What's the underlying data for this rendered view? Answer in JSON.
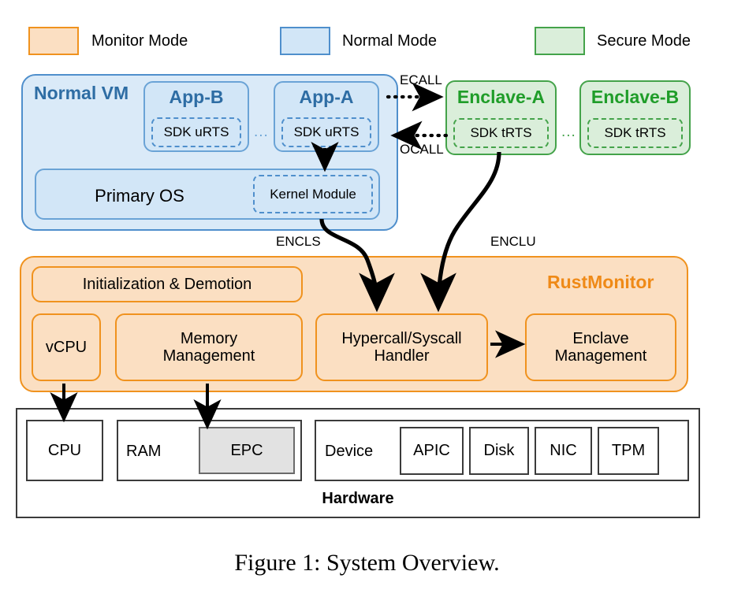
{
  "legend": {
    "items": [
      {
        "label": "Monitor Mode",
        "fill": "#fbdfc2",
        "stroke": "#f0921e"
      },
      {
        "label": "Normal Mode",
        "fill": "#d2e6f7",
        "stroke": "#4f8fcc"
      },
      {
        "label": "Secure Mode",
        "fill": "#daeeda",
        "stroke": "#44a34a"
      }
    ]
  },
  "normal_vm": {
    "title": "Normal VM",
    "apps": [
      {
        "title": "App-B",
        "sdk": "SDK uRTS"
      },
      {
        "title": "App-A",
        "sdk": "SDK uRTS"
      }
    ],
    "apps_ellipsis": "...",
    "primary_os": "Primary OS",
    "kernel_module": "Kernel Module"
  },
  "enclaves": {
    "items": [
      {
        "title": "Enclave-A",
        "sdk": "SDK tRTS"
      },
      {
        "title": "Enclave-B",
        "sdk": "SDK tRTS"
      }
    ],
    "ellipsis": "..."
  },
  "edges": {
    "ecall": "ECALL",
    "ocall": "OCALL",
    "encls": "ENCLS",
    "enclu": "ENCLU"
  },
  "monitor": {
    "title": "RustMonitor",
    "init_demotion": "Initialization & Demotion",
    "modules": [
      {
        "label": "vCPU"
      },
      {
        "label": "Memory\nManagement",
        "line1": "Memory",
        "line2": "Management"
      },
      {
        "label": "Hypercall/Syscall\nHandler",
        "line1": "Hypercall/Syscall",
        "line2": "Handler"
      },
      {
        "label": "Enclave\nManagement",
        "line1": "Enclave",
        "line2": "Management"
      }
    ]
  },
  "hardware": {
    "title": "Hardware",
    "cpu": "CPU",
    "ram": "RAM",
    "epc": "EPC",
    "device": "Device",
    "devices": [
      "APIC",
      "Disk",
      "NIC",
      "TPM"
    ]
  },
  "caption": "Figure 1: System Overview."
}
